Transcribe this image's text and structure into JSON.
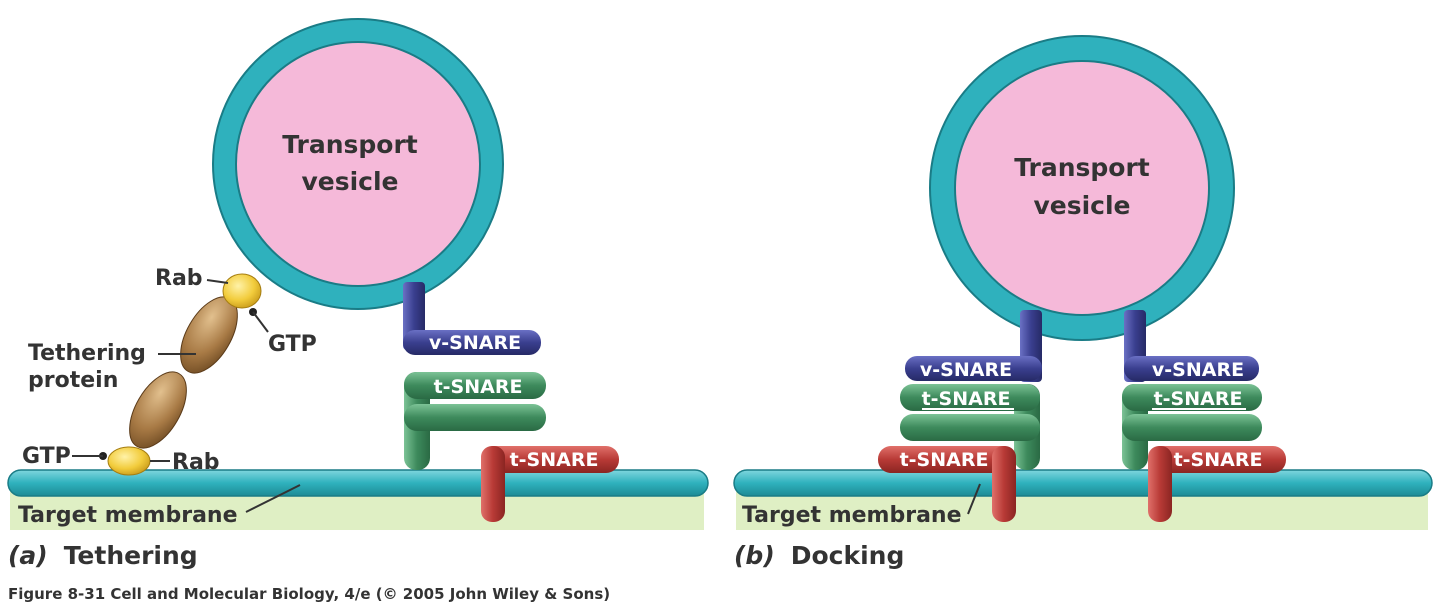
{
  "panel_a": {
    "vesicle_line1": "Transport",
    "vesicle_line2": "vesicle",
    "rab_top": "Rab",
    "gtp_top": "GTP",
    "tether_line1": "Tethering",
    "tether_line2": "protein",
    "gtp_bottom": "GTP",
    "rab_bottom": "Rab",
    "v_snare": "v-SNARE",
    "t_snare_green": "t-SNARE",
    "t_snare_red": "t-SNARE",
    "membrane_label": "Target membrane",
    "caption_letter": "(a)",
    "caption_title": "Tethering"
  },
  "panel_b": {
    "vesicle_line1": "Transport",
    "vesicle_line2": "vesicle",
    "v_snare_left": "v-SNARE",
    "t_snare_green_left": "t-SNARE",
    "t_snare_red_left": "t-SNARE",
    "v_snare_right": "v-SNARE",
    "t_snare_green_right": "t-SNARE",
    "t_snare_red_right": "t-SNARE",
    "membrane_label": "Target membrane",
    "caption_letter": "(b)",
    "caption_title": "Docking"
  },
  "figure_credit": "Figure 8-31  Cell and Molecular Biology, 4/e (© 2005 John Wiley & Sons)",
  "colors": {
    "vesicle_fill": "#f5b9d9",
    "vesicle_ring": "#29a9b6",
    "membrane": "#2fb1bd",
    "membrane_band": "#dfefc4",
    "v_snare": "#3a3f8f",
    "t_snare_green": "#3d8a5c",
    "t_snare_red": "#b83a36",
    "rab": "#f2cc3c",
    "tether": "#a87a45",
    "text": "#333333"
  }
}
